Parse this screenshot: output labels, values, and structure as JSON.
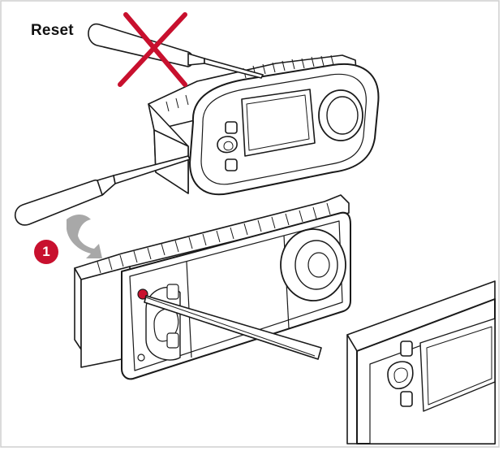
{
  "diagram": {
    "reset_label": "Reset",
    "step_number": "1",
    "colors": {
      "line": "#1a1a1a",
      "accent_red": "#c8102e",
      "arrow_gray": "#a8a8a8",
      "frame": "#cfcfcf",
      "body_fill": "#ffffff"
    },
    "icons": [
      "screwdriver-icon",
      "cross-mark-icon",
      "curved-arrow-icon",
      "step-badge",
      "reset-hole"
    ]
  }
}
